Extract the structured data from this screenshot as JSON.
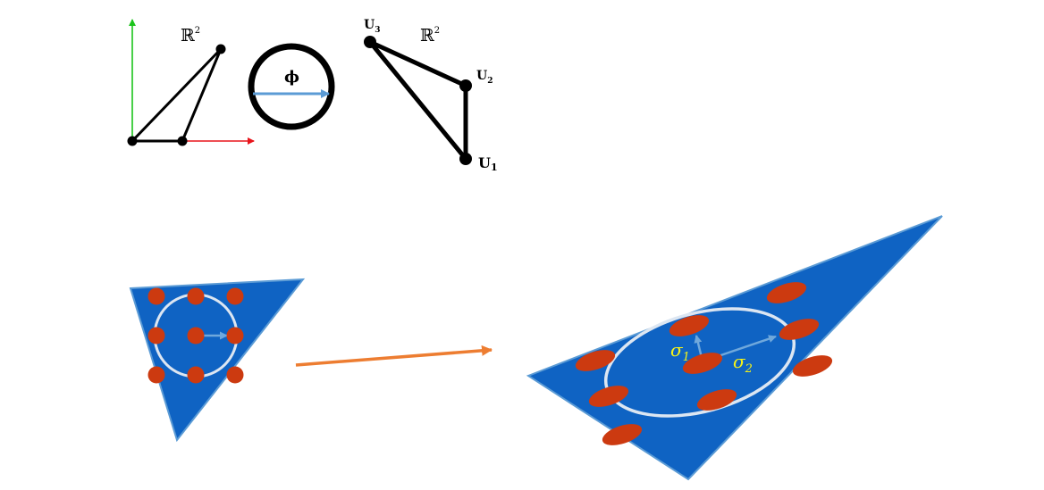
{
  "labels": {
    "space_left": "ℝ",
    "space_left_exp": "2",
    "space_right": "ℝ",
    "space_right_exp": "2",
    "phi": "ϕ",
    "u3": "U",
    "u3_sub": "3",
    "u2": "U",
    "u2_sub": "2",
    "u1": "U",
    "u1_sub": "1",
    "sigma1": "σ",
    "sigma1_sub": "1",
    "sigma2": "σ",
    "sigma2_sub": "2"
  },
  "colors": {
    "x_axis": "#e8141b",
    "y_axis": "#1bc41b",
    "phi_arrow": "#5b9bd5",
    "triangle_fill": "#0f63c3",
    "triangle_edge": "#5b9bd5",
    "sample_dot": "#cc3a10",
    "ellipse": "#dce6f2",
    "mapping_arrow": "#ed7d31",
    "sigma_text": "#f7f316"
  }
}
